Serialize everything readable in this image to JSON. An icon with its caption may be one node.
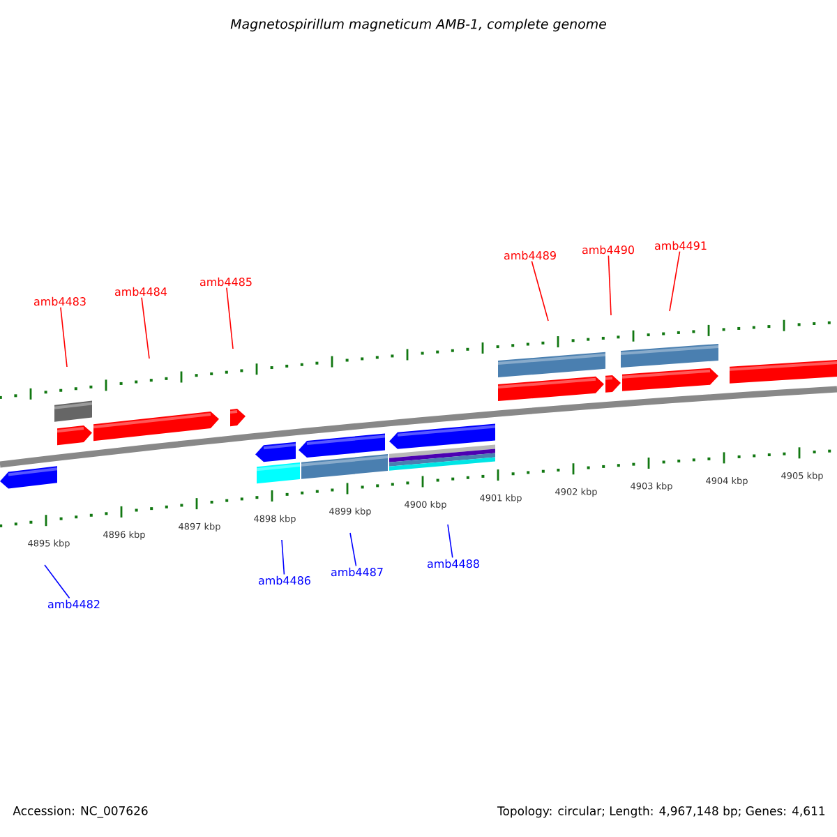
{
  "diagram": {
    "title": "Magnetospirillum magneticum AMB-1, complete genome",
    "nodes": [
      {
        "text": [
          "amb4483"
        ]
      },
      {
        "text": [
          "amb4484"
        ]
      },
      {
        "text": [
          "amb4485"
        ]
      },
      {
        "text": [
          "amb4489"
        ]
      },
      {
        "text": [
          "amb4490"
        ]
      },
      {
        "text": [
          "amb4491"
        ]
      },
      {
        "text": [
          "amb4482"
        ]
      },
      {
        "text": [
          "amb4486"
        ]
      },
      {
        "text": [
          "amb4487"
        ]
      },
      {
        "text": [
          "amb4488"
        ]
      }
    ],
    "edges": [
      {
        "from": 0,
        "to": null,
        "arrow": "none"
      },
      {
        "from": 1,
        "to": null,
        "arrow": "none"
      },
      {
        "from": 2,
        "to": null,
        "arrow": "none"
      },
      {
        "from": 3,
        "to": null,
        "arrow": "none"
      },
      {
        "from": 4,
        "to": null,
        "arrow": "none"
      },
      {
        "from": 5,
        "to": null,
        "arrow": "none"
      },
      {
        "from": 6,
        "to": null,
        "arrow": "none",
        "color": "#0000ff"
      },
      {
        "from": 7,
        "to": null,
        "arrow": "none",
        "color": "#0000ff"
      },
      {
        "from": 8,
        "to": null,
        "arrow": "none",
        "color": "#0000ff"
      },
      {
        "from": 9,
        "to": null,
        "arrow": "none",
        "color": "#0000ff"
      }
    ],
    "labels": [
      "4895 kbp",
      "4896 kbp",
      "4897 kbp",
      "4898 kbp",
      "4899 kbp",
      "4900 kbp",
      "4901 kbp",
      "4902 kbp",
      "4903 kbp",
      "4904 kbp",
      "4905 kbp",
      "Accession: NC_007626",
      "Topology: circular; Length: 4,967,148 bp; Genes: 4,611"
    ]
  }
}
